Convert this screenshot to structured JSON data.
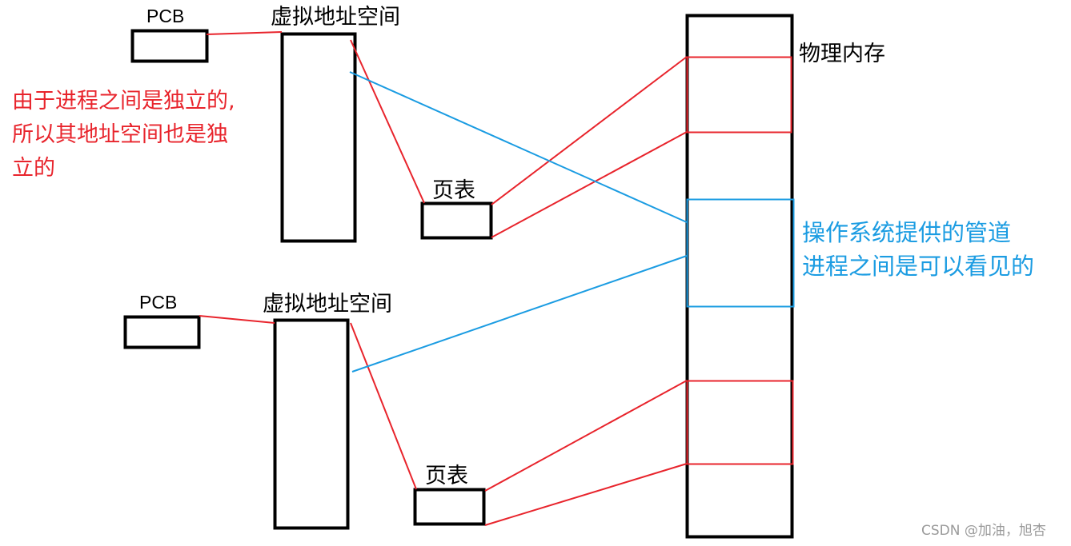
{
  "colors": {
    "box": "#000000",
    "mapping_line": "#e8242c",
    "pipe_line": "#1b9ce2",
    "watermark": "#9a9a9a"
  },
  "process1": {
    "pcb_label": "PCB",
    "vas_label": "虚拟地址空间",
    "page_table_label": "页表"
  },
  "process2": {
    "pcb_label": "PCB",
    "vas_label": "虚拟地址空间",
    "page_table_label": "页表"
  },
  "physical_memory_label": "物理内存",
  "note_independent": {
    "line1": "由于进程之间是独立的,",
    "line2": "所以其地址空间也是独",
    "line3": "立的"
  },
  "note_pipe": {
    "line1": "操作系统提供的管道",
    "line2": "进程之间是可以看见的"
  },
  "watermark": "CSDN @加油，旭杏"
}
